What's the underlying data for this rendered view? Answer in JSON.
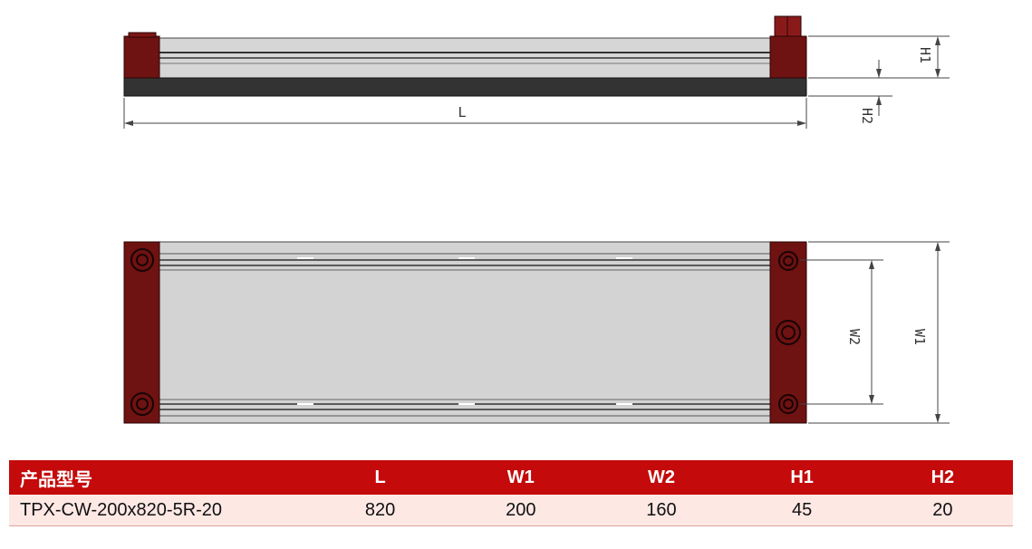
{
  "dimension_labels": {
    "L": "L",
    "H1": "H1",
    "H2": "H2",
    "W1": "W1",
    "W2": "W2"
  },
  "table": {
    "headers": [
      "产品型号",
      "L",
      "W1",
      "W2",
      "H1",
      "H2"
    ],
    "rows": [
      [
        "TPX-CW-200x820-5R-20",
        "820",
        "200",
        "160",
        "45",
        "20"
      ]
    ]
  },
  "colors": {
    "header_bg": "#c40a0a",
    "row_bg": "#fde8e4",
    "end_block": "#6e1212",
    "rail_body": "#d3d3d3",
    "base_plate": "#333333"
  }
}
